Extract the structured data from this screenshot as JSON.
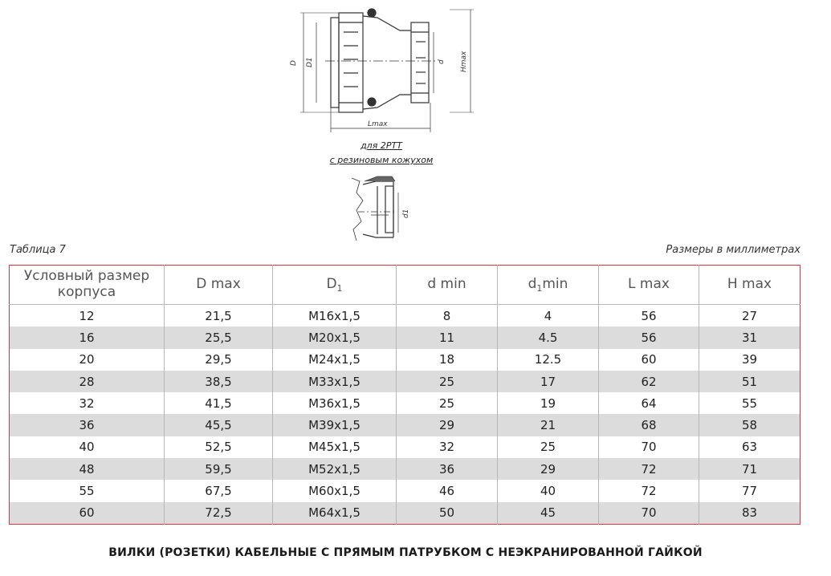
{
  "drawing": {
    "labels": {
      "D": "D",
      "D1": "D1",
      "d": "d",
      "Hmax": "Hmax",
      "Lmax": "Lmax",
      "d1": "d1"
    },
    "note_line1": "для 2РТТ",
    "note_line2": "с резиновым кожухом"
  },
  "table_caption": "Таблица 7",
  "units_caption": "Размеры в миллиметрах",
  "table": {
    "headers": {
      "size": "Условный размер корпуса",
      "dmax": "D max",
      "D1_main": "D",
      "D1_sub": "1",
      "dmin": "d min",
      "d1_main": "d",
      "d1_sub": "1",
      "d1_tail": "min",
      "lmax": "L max",
      "hmax": "H max"
    },
    "rows": [
      [
        "12",
        "21,5",
        "M16x1,5",
        "8",
        "4",
        "56",
        "27"
      ],
      [
        "16",
        "25,5",
        "M20x1,5",
        "11",
        "4.5",
        "56",
        "31"
      ],
      [
        "20",
        "29,5",
        "M24x1,5",
        "18",
        "12.5",
        "60",
        "39"
      ],
      [
        "28",
        "38,5",
        "M33x1,5",
        "25",
        "17",
        "62",
        "51"
      ],
      [
        "32",
        "41,5",
        "M36x1,5",
        "25",
        "19",
        "64",
        "55"
      ],
      [
        "36",
        "45,5",
        "M39x1,5",
        "29",
        "21",
        "68",
        "58"
      ],
      [
        "40",
        "52,5",
        "M45x1,5",
        "32",
        "25",
        "70",
        "63"
      ],
      [
        "48",
        "59,5",
        "M52x1,5",
        "36",
        "29",
        "72",
        "71"
      ],
      [
        "55",
        "67,5",
        "M60x1,5",
        "46",
        "40",
        "72",
        "77"
      ],
      [
        "60",
        "72,5",
        "M64x1,5",
        "50",
        "45",
        "70",
        "83"
      ]
    ]
  },
  "footer_title": "ВИЛКИ (РОЗЕТКИ) КАБЕЛЬНЫЕ С ПРЯМЫМ ПАТРУБКОМ С НЕЭКРАНИРОВАННОЙ ГАЙКОЙ"
}
